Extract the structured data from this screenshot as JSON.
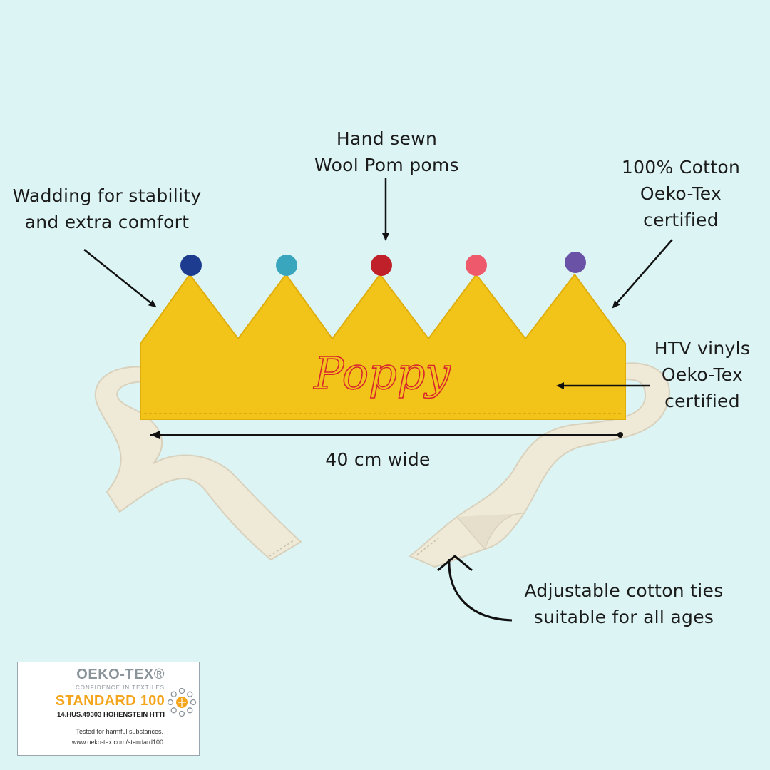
{
  "annotations": {
    "pompoms": {
      "line1": "Hand sewn",
      "line2": "Wool Pom poms"
    },
    "wadding": {
      "line1": "Wadding for stability",
      "line2": "and extra comfort"
    },
    "cotton": {
      "line1": "100% Cotton",
      "line2": "Oeko-Tex",
      "line3": "certified"
    },
    "htv": {
      "line1": "HTV vinyls",
      "line2": "Oeko-Tex",
      "line3": "certified"
    },
    "width": {
      "text": "40 cm wide"
    },
    "ties": {
      "line1": "Adjustable cotton ties",
      "line2": "suitable for all ages"
    }
  },
  "crown": {
    "name": "Poppy",
    "color": "#f2c41a",
    "name_color": "#d8262e",
    "pompom_colors": [
      "#1d3b8f",
      "#3aa6bd",
      "#c0202a",
      "#ee5a6b",
      "#6a52a6"
    ],
    "tie_color": "#efe9d8"
  },
  "oeko_tex": {
    "brand": "OEKO-TEX®",
    "tagline": "CONFIDENCE IN TEXTILES",
    "standard": "STANDARD 100",
    "certificate": "14.HUS.49303 HOHENSTEIN HTTI",
    "tested": "Tested for harmful substances.",
    "url": "www.oeko-tex.com/standard100"
  }
}
